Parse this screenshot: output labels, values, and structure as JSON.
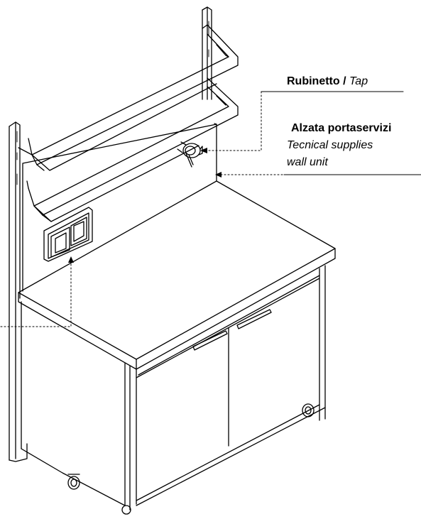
{
  "labels": {
    "tap": {
      "it": "Rubinetto",
      "sep": " / ",
      "en": "Tap"
    },
    "wall_unit": {
      "it": "Alzata portaservizi",
      "en_line1": "Tecnical supplies",
      "en_line2": "wall unit"
    }
  },
  "colors": {
    "line": "#000000",
    "background": "#ffffff"
  }
}
